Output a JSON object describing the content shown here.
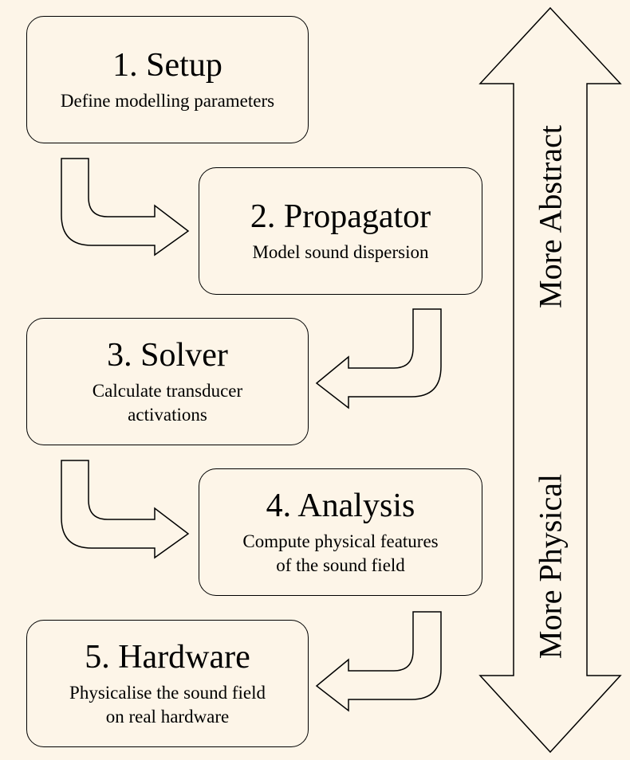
{
  "steps": [
    {
      "title": "1. Setup",
      "desc": [
        "Define modelling parameters"
      ]
    },
    {
      "title": "2. Propagator",
      "desc": [
        "Model sound dispersion"
      ]
    },
    {
      "title": "3. Solver",
      "desc": [
        "Calculate transducer",
        "activations"
      ]
    },
    {
      "title": "4. Analysis",
      "desc": [
        "Compute physical features",
        "of the sound field"
      ]
    },
    {
      "title": "5. Hardware",
      "desc": [
        "Physicalise the sound field",
        "on real hardware"
      ]
    }
  ],
  "axis": {
    "top_label": "More Abstract",
    "bottom_label": "More Physical"
  }
}
